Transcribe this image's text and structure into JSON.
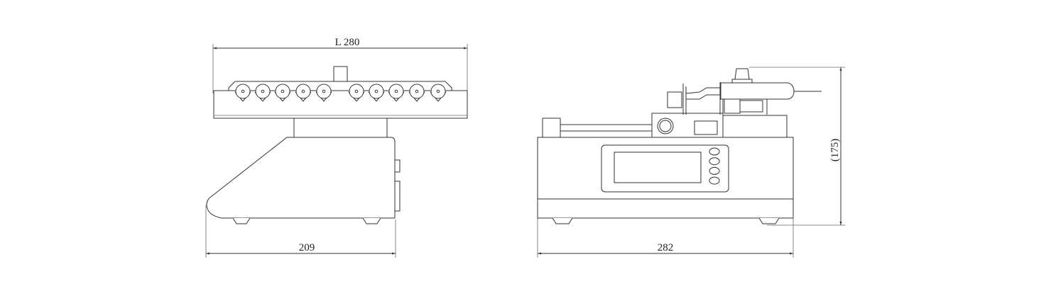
{
  "drawing": {
    "side_view": {
      "length_label": "L 280",
      "depth_label": "209",
      "tube_count": 10
    },
    "front_view": {
      "width_label": "282",
      "height_label": "(175)",
      "button_count": 4
    }
  },
  "colors": {
    "line": "#333333",
    "background": "#ffffff"
  }
}
